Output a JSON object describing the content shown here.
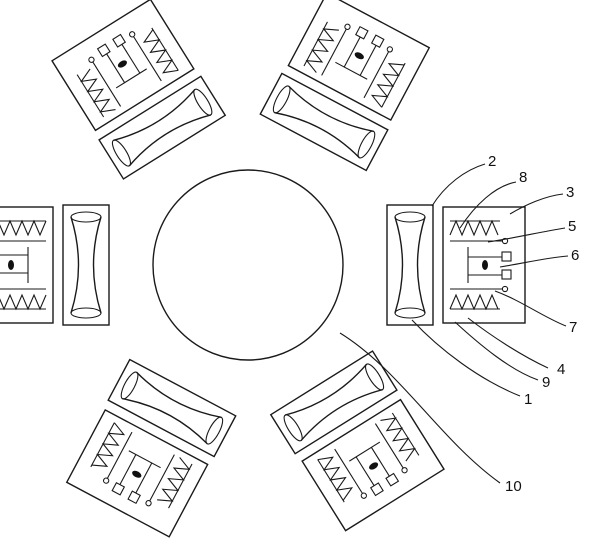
{
  "labels": {
    "l1": "1",
    "l2": "2",
    "l3": "3",
    "l4": "4",
    "l5": "5",
    "l6": "6",
    "l7": "7",
    "l8": "8",
    "l9": "9",
    "l10": "10"
  },
  "colors": {
    "ink": "#1a1a1a",
    "background": "#ffffff"
  }
}
